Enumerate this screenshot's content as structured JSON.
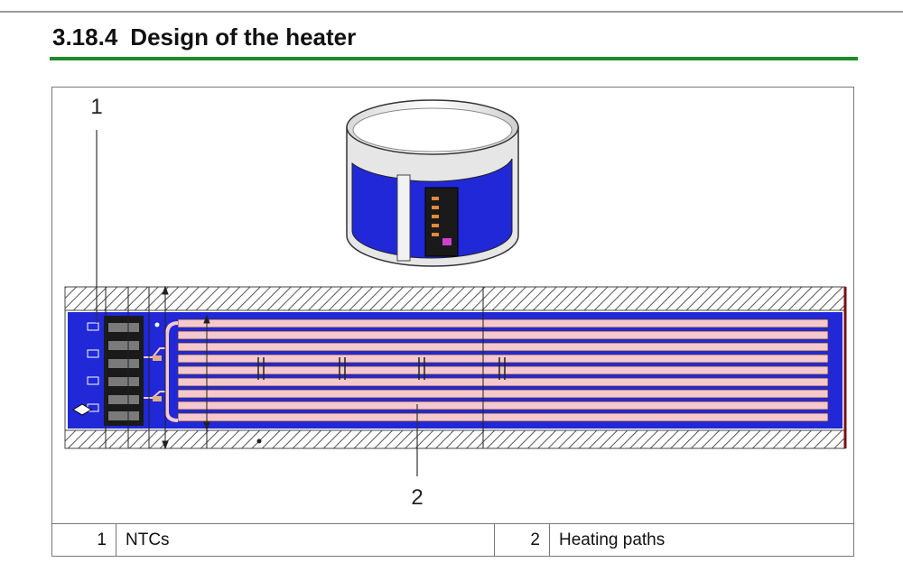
{
  "section": {
    "number": "3.18.4",
    "title": "Design of the heater"
  },
  "figure": {
    "callouts": [
      {
        "number": "1"
      },
      {
        "number": "2"
      }
    ]
  },
  "legend": [
    {
      "number": "1",
      "label": "NTCs"
    },
    {
      "number": "2",
      "label": "Heating paths"
    }
  ],
  "colors": {
    "accent_rule": "#1f8a2a",
    "heater_blue": "#2028d8",
    "heating_path": "#f4c8cc",
    "hatch": "#555555"
  }
}
